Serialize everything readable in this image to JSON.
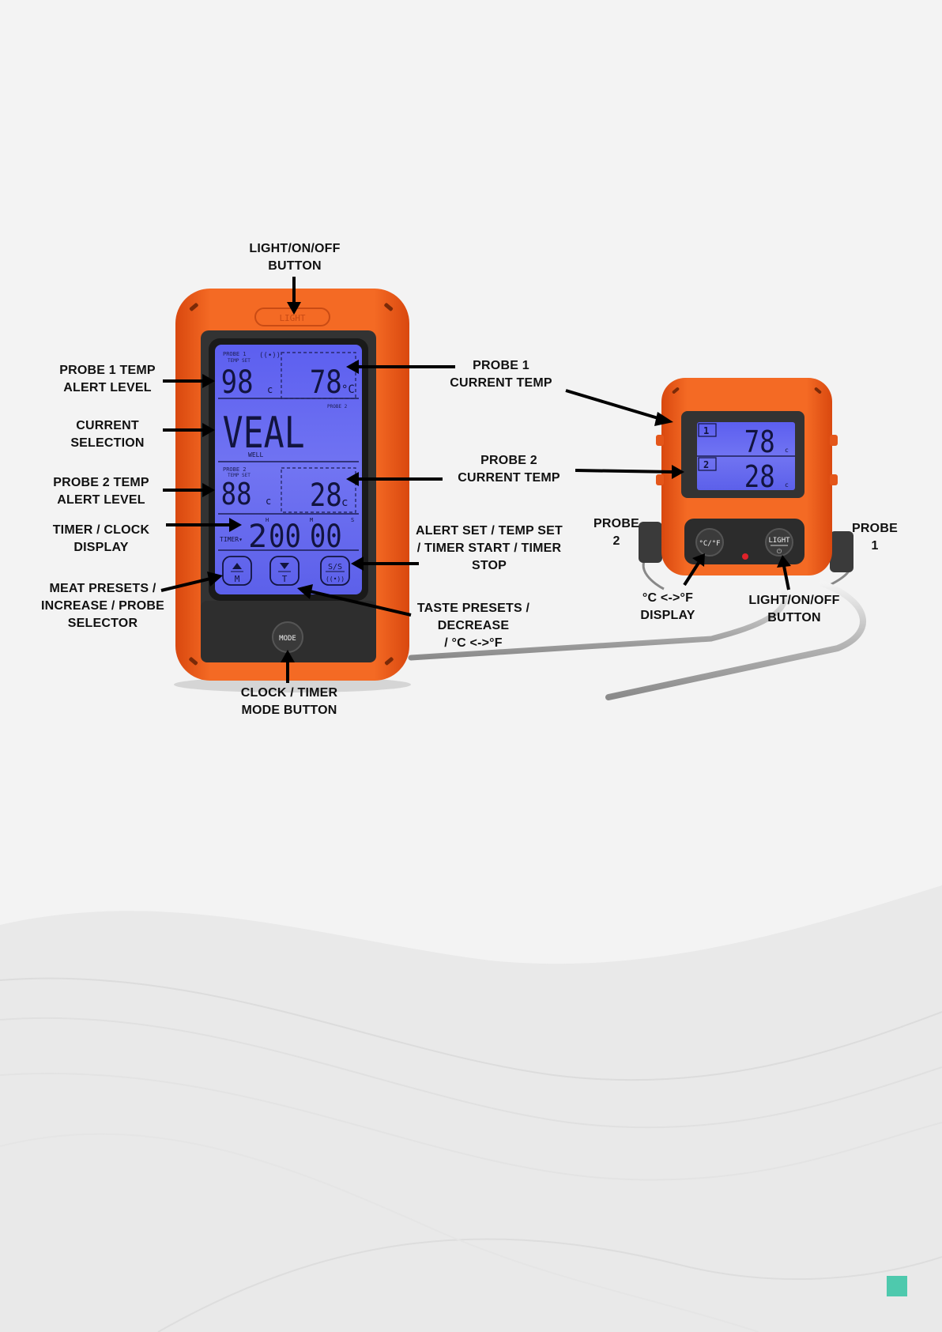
{
  "callouts": {
    "light_button": [
      "LIGHT/ON/OFF",
      "BUTTON"
    ],
    "probe1_alert": [
      "PROBE 1 TEMP",
      "ALERT LEVEL"
    ],
    "current_selection": [
      "CURRENT",
      "SELECTION"
    ],
    "probe2_alert": [
      "PROBE 2 TEMP",
      "ALERT LEVEL"
    ],
    "timer_clock": [
      "TIMER / CLOCK",
      "DISPLAY"
    ],
    "meat_presets": [
      "MEAT PRESETS /",
      "INCREASE / PROBE",
      "SELECTOR"
    ],
    "clock_timer_mode": [
      "CLOCK / TIMER",
      "MODE BUTTON"
    ],
    "probe1_current": [
      "PROBE 1",
      "CURRENT TEMP"
    ],
    "probe2_current": [
      "PROBE 2",
      "CURRENT TEMP"
    ],
    "alert_set": [
      "ALERT SET / TEMP SET",
      "/ TIMER START / TIMER",
      "STOP"
    ],
    "taste_presets": [
      "TASTE PRESETS /",
      "DECREASE",
      "/ °C <->°F"
    ],
    "probe2_side": [
      "PROBE",
      "2"
    ],
    "probe1_side": [
      "PROBE",
      "1"
    ],
    "c_f_display": [
      "°C <->°F",
      "DISPLAY"
    ],
    "light_button_2": [
      "LIGHT/ON/OFF",
      "BUTTON"
    ]
  },
  "receiver": {
    "light_label": "LIGHT",
    "probe1_tag": "PROBE 1",
    "temp_set_tag": "TEMP SET",
    "probe1_alert_value": "98",
    "probe1_current_value": "78",
    "unit": "°C",
    "probe2_tag_top": "PROBE 2",
    "selection_text": "VEAL",
    "taste_text": "WELL",
    "probe2_tag": "PROBE 2",
    "probe2_alert_value": "88",
    "probe2_current_value": "28",
    "timer_tag": "TIMER▾",
    "timer_h": "2",
    "timer_m": "00",
    "timer_s": "00",
    "h_mark": "H",
    "m_mark": "M",
    "s_mark": "S",
    "btn_m": "M",
    "btn_t": "T",
    "btn_ss": "S/S",
    "mode_label": "MODE"
  },
  "transmitter": {
    "probe1_label": "1",
    "probe1_value": "78",
    "probe2_label": "2",
    "probe2_value": "28",
    "unit": "c",
    "cf_button": "°C/°F",
    "light_button": "LIGHT"
  },
  "colors": {
    "orange": "#f2601e",
    "lcd_blue": "#6a6ef0",
    "panel_dark": "#2c2c2c",
    "accent_square": "#4ec9ad"
  }
}
